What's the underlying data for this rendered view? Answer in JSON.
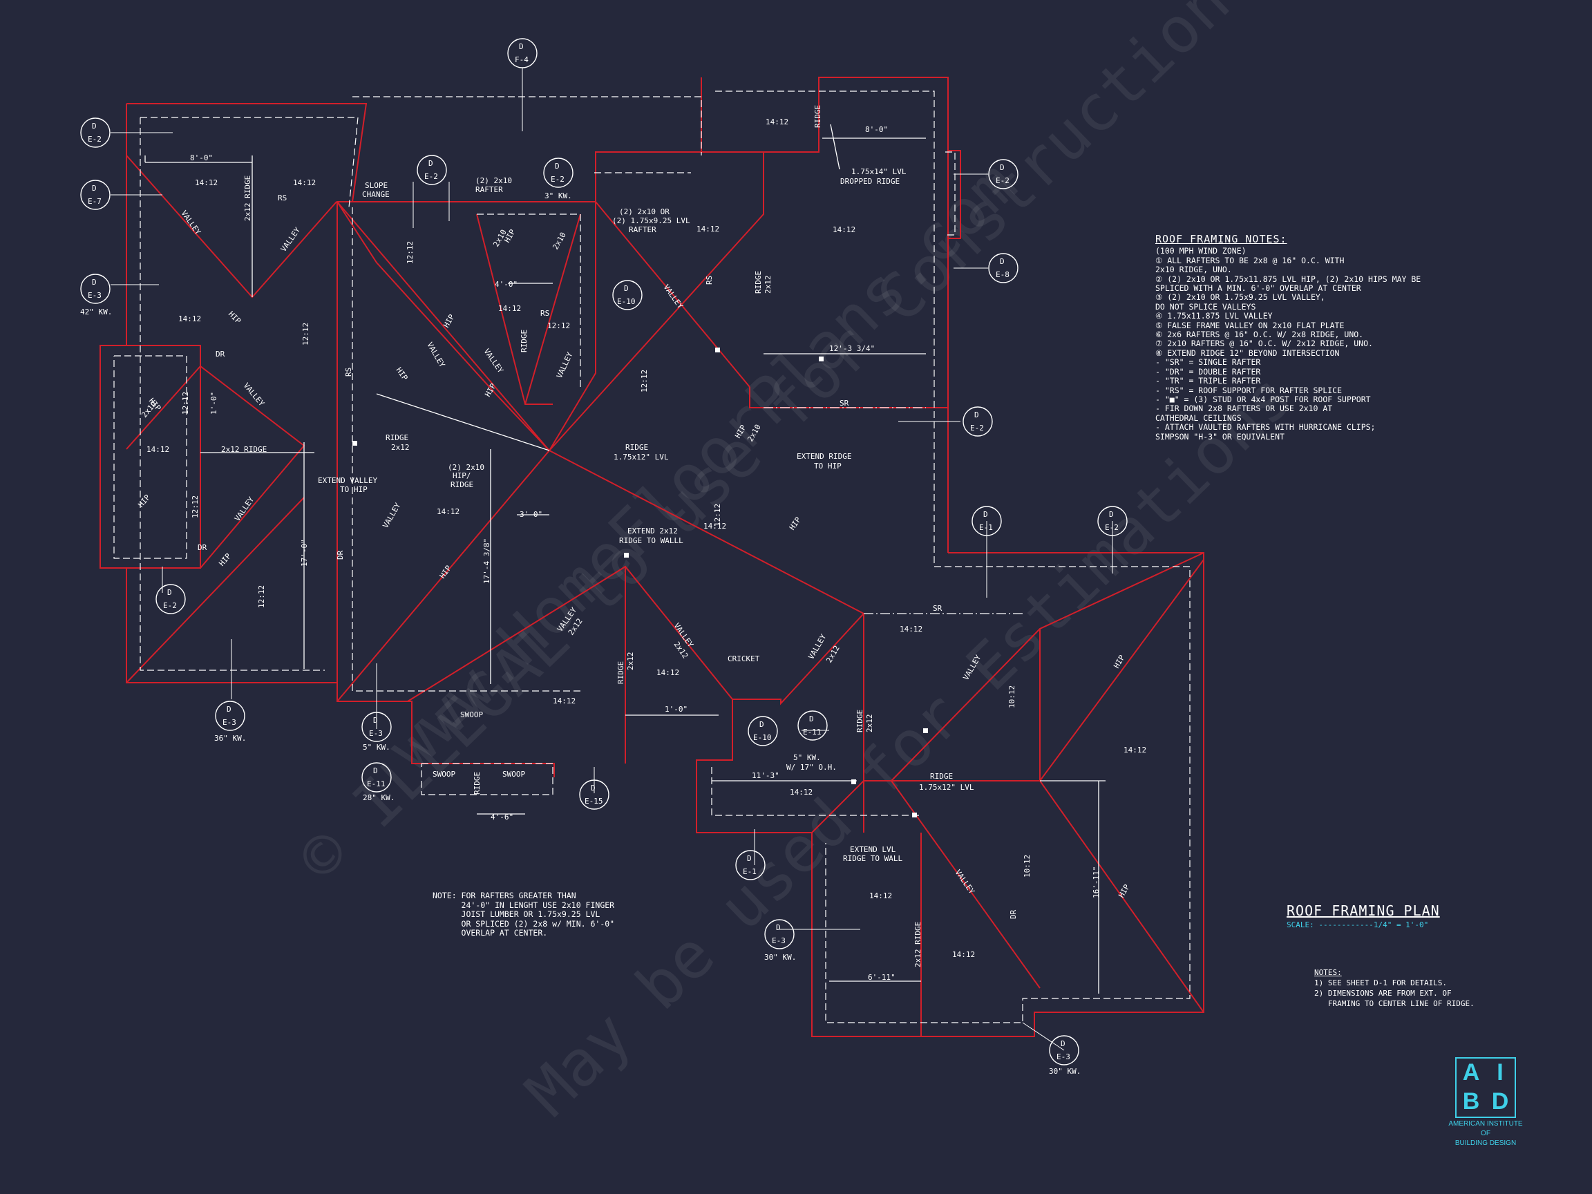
{
  "colors": {
    "background": "#25283b",
    "roof_outline": "#d21f2a",
    "linework": "#ffffff",
    "accent": "#3fd0e8"
  },
  "watermark": {
    "line1": "© ILLEGAL to use for Construction",
    "line2": "www.HomeFloorPlans.com",
    "line3": "May be used for Estimations"
  },
  "roof_framing_notes": {
    "title": "ROOF FRAMING NOTES:",
    "lines": [
      "(100 MPH WIND ZONE)",
      "① ALL RAFTERS TO BE 2x8 @ 16\" O.C. WITH",
      "   2x10 RIDGE, UNO.",
      "② (2) 2x10 OR 1.75x11.875 LVL HIP, (2) 2x10 HIPS MAY BE",
      "   SPLICED WITH A MIN. 6'-0\" OVERLAP AT CENTER",
      "③ (2) 2x10 OR 1.75x9.25 LVL VALLEY,",
      "   DO NOT SPLICE VALLEYS",
      "④ 1.75x11.875 LVL VALLEY",
      "⑤ FALSE FRAME VALLEY ON 2x10 FLAT PLATE",
      "⑥ 2x6 RAFTERS @ 16\" O.C. W/ 2x8 RIDGE, UNO.",
      "⑦ 2x10 RAFTERS @ 16\" O.C. W/ 2x12 RIDGE, UNO.",
      "⑧ EXTEND RIDGE 12\" BEYOND INTERSECTION",
      "- \"SR\" = SINGLE RAFTER",
      "- \"DR\" = DOUBLE RAFTER",
      "- \"TR\" = TRIPLE RAFTER",
      "- \"RS\" = ROOF SUPPORT FOR RAFTER SPLICE",
      "- \"■\" = (3) STUD OR 4x4 POST FOR ROOF SUPPORT",
      "- FIR DOWN 2x8 RAFTERS OR USE 2x10 AT",
      "  CATHEDRAL CEILINGS",
      "- ATTACH VAULTED RAFTERS WITH HURRICANE CLIPS;",
      "  SIMPSON \"H-3\" OR EQUIVALENT"
    ]
  },
  "title_block": {
    "title": "ROOF FRAMING PLAN",
    "scale": "SCALE: ------------1/4\" = 1'-0\""
  },
  "sub_notes": {
    "heading": "NOTES:",
    "lines": [
      "1) SEE SHEET D-1 FOR DETAILS.",
      "2) DIMENSIONS ARE FROM EXT. OF",
      "   FRAMING TO CENTER LINE OF RIDGE."
    ]
  },
  "rafter_note": {
    "lines": [
      "NOTE: FOR RAFTERS GREATER THAN",
      "      24'-0\" IN LENGHT USE 2x10 FINGER",
      "      JOIST LUMBER OR 1.75x9.25 LVL",
      "      OR SPLICED (2) 2x8 w/ MIN. 6'-0\"",
      "      OVERLAP AT CENTER."
    ]
  },
  "logo": {
    "letters": [
      "A",
      "I",
      "B",
      "D"
    ],
    "caption": [
      "AMERICAN INSTITUTE",
      "OF",
      "BUILDING DESIGN"
    ]
  },
  "plan_labels": [
    {
      "t": "8'-0\""
    },
    {
      "t": "14:12"
    },
    {
      "t": "2x12 RIDGE"
    },
    {
      "t": "RS"
    },
    {
      "t": "14:12"
    },
    {
      "t": "SLOPE"
    },
    {
      "t": "CHANGE"
    },
    {
      "t": "VALLEY"
    },
    {
      "t": "VALLEY"
    },
    {
      "t": "HIP"
    },
    {
      "t": "14:12"
    },
    {
      "t": "12:12"
    },
    {
      "t": "DR"
    },
    {
      "t": "RS"
    },
    {
      "t": "HIP"
    },
    {
      "t": "2x10"
    },
    {
      "t": "12:12"
    },
    {
      "t": "1'-0\""
    },
    {
      "t": "VALLEY"
    },
    {
      "t": "14:12"
    },
    {
      "t": "2x12 RIDGE"
    },
    {
      "t": "HIP"
    },
    {
      "t": "12:12"
    },
    {
      "t": "VALLEY"
    },
    {
      "t": "DR"
    },
    {
      "t": "HIP"
    },
    {
      "t": "12:12"
    },
    {
      "t": "17'-0\""
    },
    {
      "t": "DR"
    },
    {
      "t": "EXTEND VALLEY"
    },
    {
      "t": "TO HIP"
    },
    {
      "t": "(2) 2x10"
    },
    {
      "t": "RAFTER"
    },
    {
      "t": "12:12"
    },
    {
      "t": "HIP"
    },
    {
      "t": "2x10"
    },
    {
      "t": "HIP"
    },
    {
      "t": "2x10"
    },
    {
      "t": "4'-0\""
    },
    {
      "t": "14:12"
    },
    {
      "t": "RS"
    },
    {
      "t": "12:12"
    },
    {
      "t": "RIDGE"
    },
    {
      "t": "VALLEY"
    },
    {
      "t": "VALLEY"
    },
    {
      "t": "HIP"
    },
    {
      "t": "VALLEY"
    },
    {
      "t": "HIP"
    },
    {
      "t": "RIDGE"
    },
    {
      "t": "2x12"
    },
    {
      "t": "(2) 2x10"
    },
    {
      "t": "HIP/"
    },
    {
      "t": "RIDGE"
    },
    {
      "t": "14:12"
    },
    {
      "t": "VALLEY"
    },
    {
      "t": "3'-0\""
    },
    {
      "t": "17'-4 3/8\""
    },
    {
      "t": "HIP"
    },
    {
      "t": "(2) 2x10 OR"
    },
    {
      "t": "(2) 1.75x9.25 LVL"
    },
    {
      "t": "RAFTER"
    },
    {
      "t": "14:12"
    },
    {
      "t": "VALLEY"
    },
    {
      "t": "RIDGE"
    },
    {
      "t": "1.75x12\" LVL"
    },
    {
      "t": "12:12"
    },
    {
      "t": "RS"
    },
    {
      "t": "RIDGE"
    },
    {
      "t": "2x12"
    },
    {
      "t": "14:12"
    },
    {
      "t": "RIDGE"
    },
    {
      "t": "8'-0\""
    },
    {
      "t": "1.75x14\" LVL"
    },
    {
      "t": "DROPPED RIDGE"
    },
    {
      "t": "14:12"
    },
    {
      "t": "12'-3 3/4\""
    },
    {
      "t": "SR"
    },
    {
      "t": "HIP"
    },
    {
      "t": "2x10"
    },
    {
      "t": "EXTEND RIDGE"
    },
    {
      "t": "TO HIP"
    },
    {
      "t": "14:12"
    },
    {
      "t": "12:12"
    },
    {
      "t": "EXTEND 2x12"
    },
    {
      "t": "RIDGE TO WALLL"
    },
    {
      "t": "HIP"
    },
    {
      "t": "VALLEY"
    },
    {
      "t": "2x12"
    },
    {
      "t": "VALLEY"
    },
    {
      "t": "2x12"
    },
    {
      "t": "RIDGE"
    },
    {
      "t": "2x12"
    },
    {
      "t": "14:12"
    },
    {
      "t": "1'-0\""
    },
    {
      "t": "CRICKET"
    },
    {
      "t": "14:12"
    },
    {
      "t": "SWOOP"
    },
    {
      "t": "SWOOP"
    },
    {
      "t": "RIDGE"
    },
    {
      "t": "SWOOP"
    },
    {
      "t": "4'-6\""
    },
    {
      "t": "VALLEY"
    },
    {
      "t": "2x12"
    },
    {
      "t": "SR"
    },
    {
      "t": "14:12"
    },
    {
      "t": "VALLEY"
    },
    {
      "t": "RIDGE"
    },
    {
      "t": "2x12"
    },
    {
      "t": "RIDGE"
    },
    {
      "t": "1.75x12\" LVL"
    },
    {
      "t": "HIP"
    },
    {
      "t": "10:12"
    },
    {
      "t": "14:12"
    },
    {
      "t": "11'-3\""
    },
    {
      "t": "14:12"
    },
    {
      "t": "EXTEND LVL"
    },
    {
      "t": "RIDGE TO WALL"
    },
    {
      "t": "14:12"
    },
    {
      "t": "2x12 RIDGE"
    },
    {
      "t": "6'-11\""
    },
    {
      "t": "14:12"
    },
    {
      "t": "VALLEY"
    },
    {
      "t": "10:12"
    },
    {
      "t": "DR"
    },
    {
      "t": "16'-11\""
    },
    {
      "t": "HIP"
    },
    {
      "t": "3\" KW."
    },
    {
      "t": "42\" KW."
    },
    {
      "t": "36\" KW."
    },
    {
      "t": "5\" KW."
    },
    {
      "t": "28\" KW."
    },
    {
      "t": "5\" KW."
    },
    {
      "t": "W/ 17\" O.H."
    },
    {
      "t": "30\" KW."
    },
    {
      "t": "30\" KW."
    }
  ],
  "section_tags": [
    {
      "a": "D",
      "b": "E-2"
    },
    {
      "a": "D",
      "b": "E-7"
    },
    {
      "a": "D",
      "b": "E-3"
    },
    {
      "a": "D",
      "b": "E-2"
    },
    {
      "a": "D",
      "b": "E-3"
    },
    {
      "a": "D",
      "b": "F-4"
    },
    {
      "a": "D",
      "b": "E-2"
    },
    {
      "a": "D",
      "b": "E-2"
    },
    {
      "a": "D",
      "b": "E-10"
    },
    {
      "a": "D",
      "b": "E-2"
    },
    {
      "a": "D",
      "b": "E-8"
    },
    {
      "a": "D",
      "b": "E-2"
    },
    {
      "a": "D",
      "b": "E-1"
    },
    {
      "a": "D",
      "b": "E-2"
    },
    {
      "a": "D",
      "b": "E-3"
    },
    {
      "a": "D",
      "b": "E-11"
    },
    {
      "a": "D",
      "b": "E-15"
    },
    {
      "a": "D",
      "b": "E-10"
    },
    {
      "a": "D",
      "b": "E-11"
    },
    {
      "a": "D",
      "b": "E-1"
    },
    {
      "a": "D",
      "b": "E-3"
    },
    {
      "a": "D",
      "b": "E-3"
    }
  ]
}
